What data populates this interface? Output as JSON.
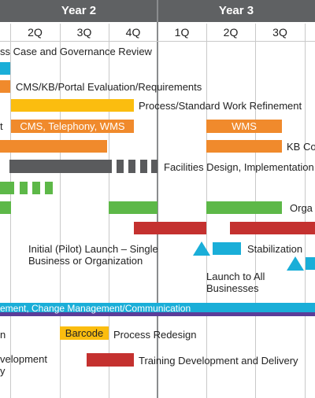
{
  "timeline": {
    "years": [
      "Year 2",
      "Year 3"
    ],
    "quarters": [
      "2Q",
      "3Q",
      "4Q",
      "1Q",
      "2Q",
      "3Q"
    ]
  },
  "colors": {
    "header": "#5f6163",
    "cyan": "#1aaed8",
    "orange": "#f08a2c",
    "yellow": "#fbbd0f",
    "gray": "#5a5b5d",
    "green": "#5db848",
    "red": "#c4312f",
    "purple": "#5b3d99"
  },
  "chart_data": {
    "type": "gantt",
    "tasks": [
      {
        "label": "ss Case and Governance Review",
        "color": "cyan"
      },
      {
        "label": "CMS/KB/Portal Evaluation/Requirements",
        "color": "orange"
      },
      {
        "label": "Process/Standard Work Refinement",
        "color": "yellow"
      },
      {
        "label": "t",
        "color": "orange"
      },
      {
        "label": "CMS, Telephony,  WMS",
        "color": "orange"
      },
      {
        "label": "WMS",
        "color": "orange"
      },
      {
        "label": "KB Co",
        "color": "orange"
      },
      {
        "label": "Facilities Design, Implementation",
        "color": "gray"
      },
      {
        "label": "Orga",
        "color": "green"
      },
      {
        "label": "Initial (Pilot) Launch – Single\nBusiness or Organization",
        "color": "cyan"
      },
      {
        "label": "Stabilization",
        "color": "cyan"
      },
      {
        "label": "Launch to All\nBusinesses",
        "color": "cyan"
      },
      {
        "label": "ement, Change Management/Communication",
        "color": "cyan"
      },
      {
        "label": "n",
        "color": "purple"
      },
      {
        "label": "Barcode",
        "color": "yellow"
      },
      {
        "label": "Process Redesign",
        "color": "yellow"
      },
      {
        "label": "velopment\ny",
        "color": "red"
      },
      {
        "label": "Training Development and Delivery",
        "color": "red"
      }
    ]
  }
}
